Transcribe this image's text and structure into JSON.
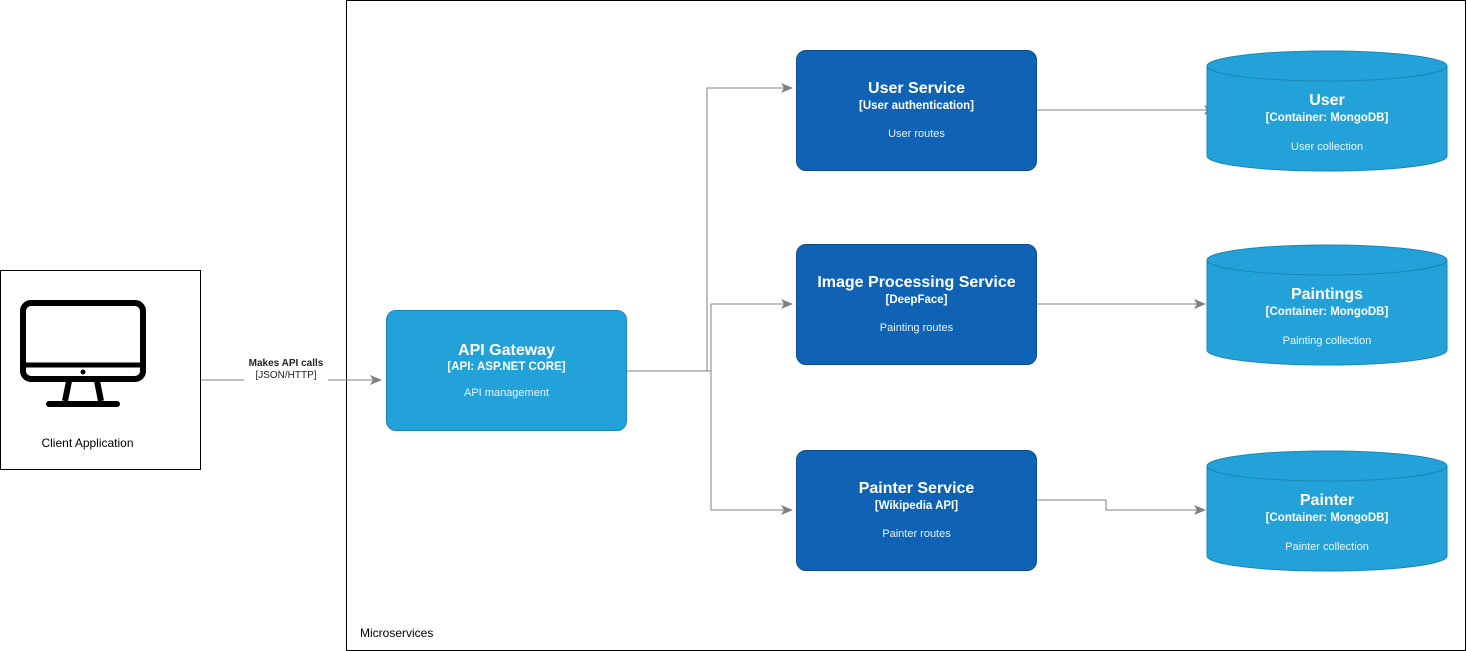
{
  "client": {
    "label": "Client Application",
    "icon": "desktop-monitor-icon"
  },
  "boundary": {
    "label": "Microservices"
  },
  "edge_client_gateway": {
    "label": "Makes API calls",
    "tech": "[JSON/HTTP]"
  },
  "gateway": {
    "name": "API Gateway",
    "tech": "[API: ASP.NET CORE]",
    "desc": "API management"
  },
  "services": [
    {
      "name": "User Service",
      "tech": "[User authentication]",
      "desc": "User routes"
    },
    {
      "name": "Image Processing Service",
      "tech": "[DeepFace]",
      "desc": "Painting routes"
    },
    {
      "name": "Painter Service",
      "tech": "[Wikipedia API]",
      "desc": "Painter routes"
    }
  ],
  "databases": [
    {
      "name": "User",
      "tech": "[Container: MongoDB]",
      "desc": "User collection"
    },
    {
      "name": "Paintings",
      "tech": "[Container: MongoDB]",
      "desc": "Painting collection"
    },
    {
      "name": "Painter",
      "tech": "[Container: MongoDB]",
      "desc": "Painter collection"
    }
  ],
  "colors": {
    "gateway_fill": "#23a2d9",
    "service_fill": "#1063b4",
    "database_fill": "#23a2d9",
    "edge": "#808080"
  }
}
